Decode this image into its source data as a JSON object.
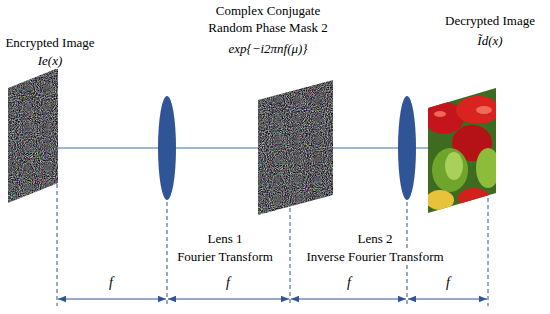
{
  "diagram": {
    "nodes": [
      {
        "text": [
          "Encrypted Image",
          "Ie(x)"
        ]
      },
      {
        "text": [
          "Lens 1",
          "Fourier Transform"
        ]
      },
      {
        "text": [
          "Complex Conjugate Random Phase Mask 2",
          "exp{−i2πnf(μ)}"
        ]
      },
      {
        "text": [
          "Lens 2",
          "Inverse Fourier Transform"
        ]
      },
      {
        "text": [
          "Decrypted Image",
          "Ĩd(x)"
        ]
      }
    ],
    "edges": [
      {
        "from": 0,
        "to": 1,
        "arrow": "none"
      },
      {
        "from": 1,
        "to": 2,
        "arrow": "none"
      },
      {
        "from": 2,
        "to": 3,
        "arrow": "none"
      },
      {
        "from": 3,
        "to": 4,
        "arrow": "none"
      }
    ],
    "labels": [
      "f",
      "f",
      "f",
      "f"
    ]
  }
}
